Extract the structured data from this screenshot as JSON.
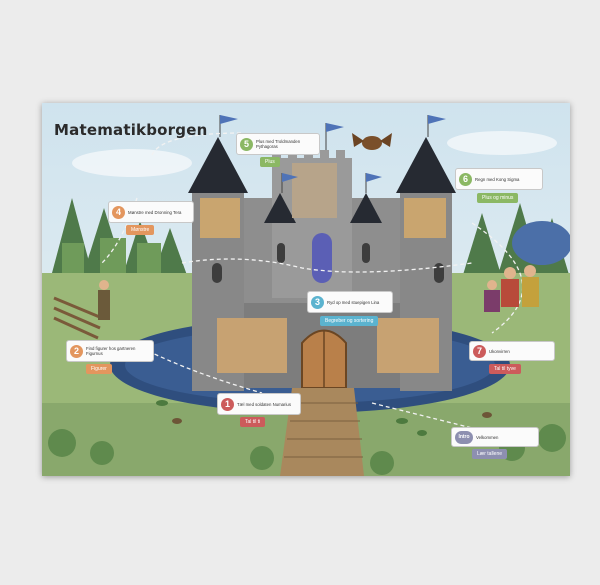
{
  "title": "Matematikborgen",
  "stations": [
    {
      "num": "5",
      "text": "Plus med Troldmanden Pythagoras",
      "pill": "Plus",
      "color": "#8bb864"
    },
    {
      "num": "6",
      "text": "Regn med Kong Sigma",
      "pill": "Plus og minus",
      "color": "#8bb864"
    },
    {
      "num": "4",
      "text": "Mønstre med Dronning Tera",
      "pill": "Mønstre",
      "color": "#e3965e"
    },
    {
      "num": "3",
      "text": "Ryd op med stuepigen Lina",
      "pill": "Begreber og sortering",
      "color": "#5bb3cf"
    },
    {
      "num": "2",
      "text": "Find figurer hos gartneren Figurnus",
      "pill": "Figurer",
      "color": "#e3965e"
    },
    {
      "num": "7",
      "text": "Ukonvirren",
      "pill": "Tal til tyve",
      "color": "#cc5b5b"
    },
    {
      "num": "1",
      "text": "Tæl med soldaten Numarius",
      "pill": "Tal til ti",
      "color": "#cc5b5b"
    },
    {
      "num": "Intro",
      "text": "Velkommen",
      "pill": "Lær tallene",
      "color": "#8d8fb0"
    }
  ],
  "icons": {
    "castle": "castle-illustration",
    "owl": "owl-icon",
    "flag": "flag-icon"
  }
}
